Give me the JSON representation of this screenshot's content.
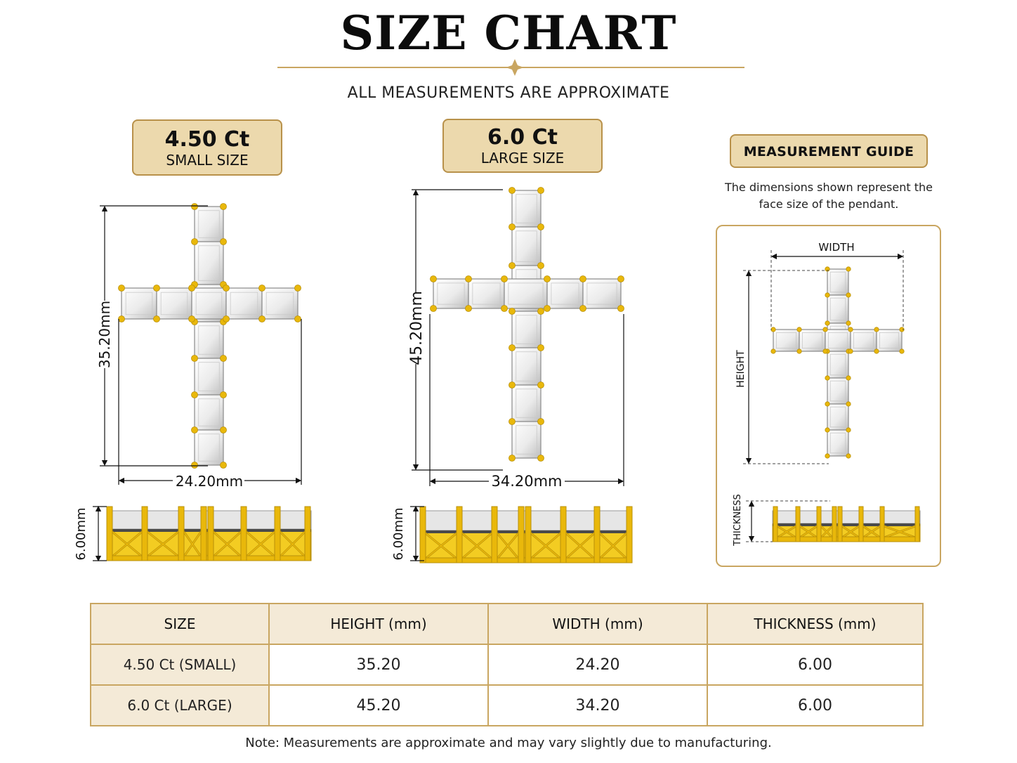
{
  "header": {
    "title": "SIZE CHART",
    "subtitle": "ALL MEASUREMENTS ARE APPROXIMATE"
  },
  "small": {
    "carat": "4.50 Ct",
    "size_label": "SMALL SIZE",
    "height_label": "35.20mm",
    "width_label": "24.20mm",
    "thickness_label": "6.00mm"
  },
  "large": {
    "carat": "6.0 Ct",
    "size_label": "LARGE SIZE",
    "height_label": "45.20mm",
    "width_label": "34.20mm",
    "thickness_label": "6.00mm"
  },
  "guide": {
    "title": "MEASUREMENT GUIDE",
    "description": "The dimensions shown represent the face size of the pendant.",
    "width_label": "WIDTH",
    "height_label": "HEIGHT",
    "thickness_label": "THICKNESS"
  },
  "table": {
    "headers": [
      "SIZE",
      "HEIGHT (mm)",
      "WIDTH (mm)",
      "THICKNESS (mm)"
    ],
    "rows": [
      [
        "4.50 Ct (SMALL)",
        "35.20",
        "24.20",
        "6.00"
      ],
      [
        "6.0 Ct (LARGE)",
        "45.20",
        "34.20",
        "6.00"
      ]
    ]
  },
  "footnote": "Note: Measurements are approximate and may vary slightly due to manufacturing.",
  "colors": {
    "gold": "#e9b80b",
    "gold_dark": "#b9900a",
    "badge_fill": "#ecd9ad",
    "border": "#c9a661",
    "table_header_fill": "#f4ead7"
  }
}
